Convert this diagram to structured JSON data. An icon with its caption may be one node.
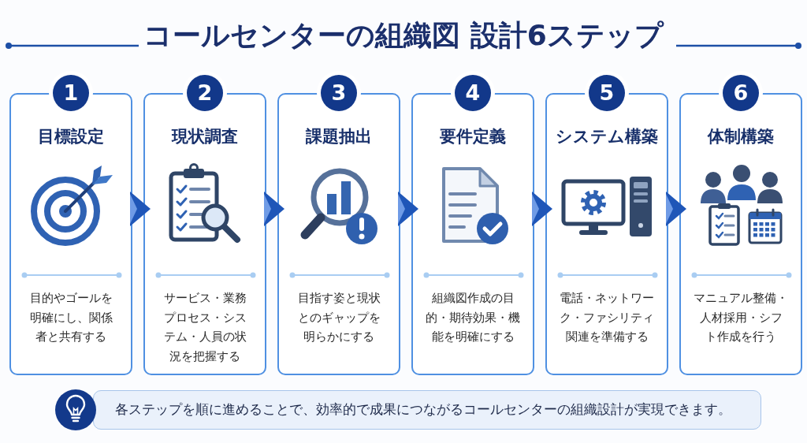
{
  "diagram": {
    "title": "コールセンターの組織図 設計6ステップ",
    "nodes": [
      {
        "text": [
          "1",
          "目標設定",
          "目的やゴールを明確にし、関係者と共有する"
        ]
      },
      {
        "text": [
          "2",
          "現状調査",
          "サービス・業務プロセス・システム・人員の状況を把握する"
        ]
      },
      {
        "text": [
          "3",
          "課題抽出",
          "目指す姿と現状とのギャップを明らかにする"
        ]
      },
      {
        "text": [
          "4",
          "要件定義",
          "組織図作成の目的・期待効果・機能を明確にする"
        ]
      },
      {
        "text": [
          "5",
          "システム構築",
          "電話・ネットワーク・ファシリティ関連を準備する"
        ]
      },
      {
        "text": [
          "6",
          "体制構築",
          "マニュアル整備・人材採用・シフト作成を行う"
        ]
      },
      {
        "text": [
          "各ステップを順に進めることで、効率的で成果につながるコールセンターの組織設計が実現できます。"
        ]
      }
    ],
    "edges": [
      {
        "from": 0,
        "to": 1,
        "arrow": "to"
      },
      {
        "from": 1,
        "to": 2,
        "arrow": "to"
      },
      {
        "from": 2,
        "to": 3,
        "arrow": "to"
      },
      {
        "from": 3,
        "to": 4,
        "arrow": "to"
      },
      {
        "from": 4,
        "to": 5,
        "arrow": "to"
      }
    ]
  }
}
